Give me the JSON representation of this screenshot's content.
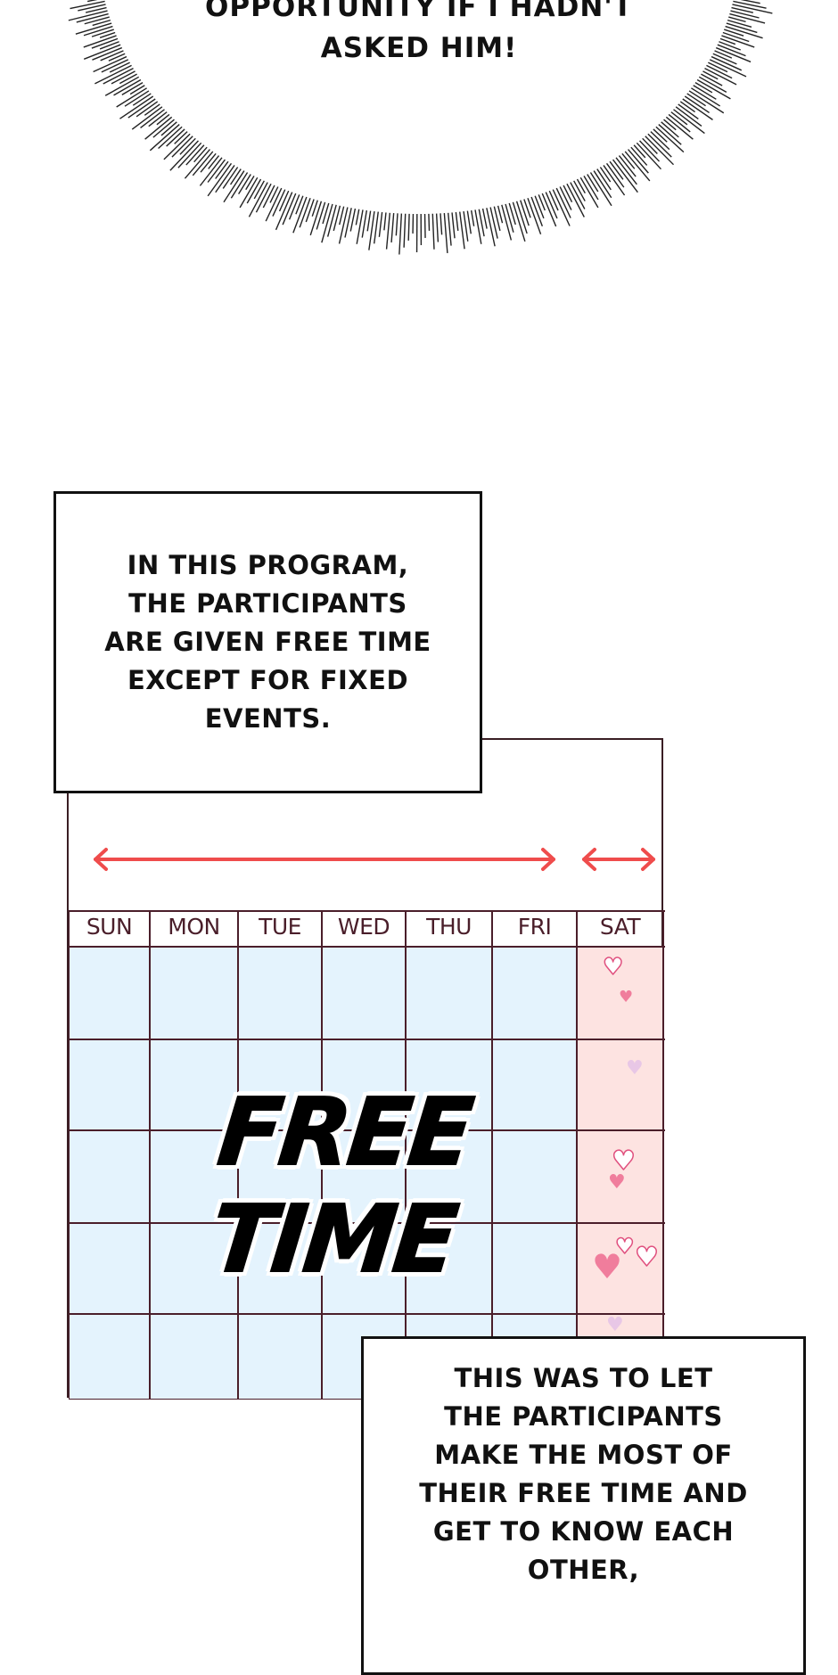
{
  "bubble": {
    "line1": "Opportunity if I hadn't",
    "line2": "asked him!"
  },
  "caption_top": {
    "text": "In this program,\nthe participants\nare given free time\nexcept for fixed\nevents."
  },
  "calendar": {
    "days": [
      "SUN",
      "MON",
      "TUE",
      "WED",
      "THU",
      "FRI",
      "SAT"
    ],
    "overlay": "FREE TIME",
    "colors": {
      "weekday_fill": "#e4f3fd",
      "weekend_fill": "#fde3e1",
      "grid": "#4a1e2a",
      "arrow": "#ef4c4c",
      "heart": "#f28aa9"
    }
  },
  "caption_bottom": {
    "text": "This was to let\nthe participants\nmake the most of\ntheir free time and\nget to know each\nother,"
  }
}
